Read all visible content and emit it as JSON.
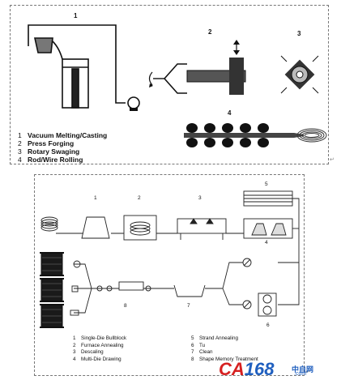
{
  "top_panel": {
    "step_numbers": [
      "1",
      "2",
      "3",
      "4"
    ],
    "legend": [
      {
        "num": "1",
        "label": "Vacuum Melting/Casting"
      },
      {
        "num": "2",
        "label": "Press Forging"
      },
      {
        "num": "3",
        "label": "Rotary Swaging"
      },
      {
        "num": "4",
        "label": "Rod/Wire Rolling"
      }
    ]
  },
  "bottom_panel": {
    "step_numbers": [
      "1",
      "2",
      "3",
      "5",
      "4",
      "8",
      "7",
      "6"
    ],
    "legend_left": [
      {
        "num": "1",
        "label": "Single-Die Bullblock"
      },
      {
        "num": "2",
        "label": "Furnace Annealing"
      },
      {
        "num": "3",
        "label": "Descaling"
      },
      {
        "num": "4",
        "label": "Multi-Die Drawing"
      }
    ],
    "legend_right": [
      {
        "num": "5",
        "label": "Strand Annealing"
      },
      {
        "num": "6",
        "label": "Tu"
      },
      {
        "num": "7",
        "label": "Clean"
      },
      {
        "num": "8",
        "label": "Shape Memory Treatment"
      }
    ]
  },
  "watermark": {
    "ca": "CA",
    "num": "168",
    "cn": "中自网",
    "com": ".com"
  },
  "return_mark": "↵"
}
